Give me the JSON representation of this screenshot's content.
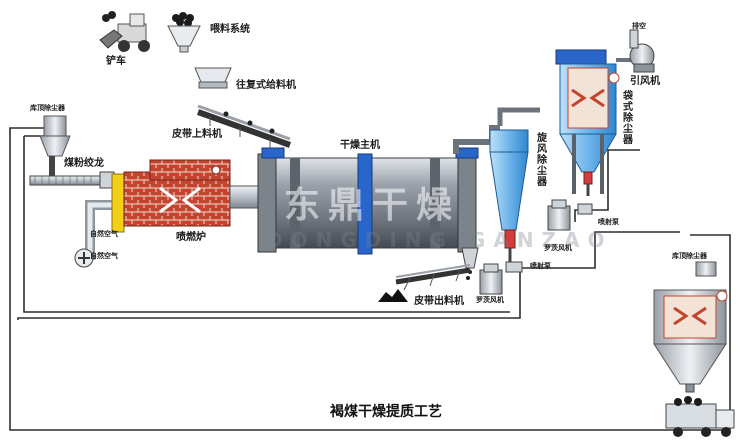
{
  "title": "褐煤干燥提质工艺",
  "watermark": {
    "cn": "东鼎干燥",
    "en": "DONGDING GANZAO"
  },
  "equipment": {
    "loader": "铲车",
    "feed_system": "喂料系统",
    "reciprocating_feeder": "往复式给料机",
    "belt_conveyor_in": "皮带上料机",
    "coal_powder_screw": "煤粉绞龙",
    "burner": "喷燃炉",
    "dryer": "干燥主机",
    "cyclone": "旋风除尘器",
    "bag_filter": "袋式除尘器",
    "exhaust": "排空",
    "induced_fan": "引风机",
    "jet_pump_1": "喷射泵",
    "roots_blower_1": "罗茨风机",
    "jet_pump_2": "喷射泵",
    "roots_blower_2": "罗茨风机",
    "belt_conveyor_out": "皮带出料机",
    "silo_top_filter_left": "库顶除尘器",
    "silo_top_filter_right": "库顶除尘器",
    "natural_air_1": "自然空气",
    "natural_air_2": "自然空气"
  },
  "colors": {
    "pipe": "#2e2e2e",
    "brick": "#c4452f",
    "dryer_metal": "#8a9099",
    "cyclone_blue": "#4fa3e0",
    "blue_band": "#2a66c9",
    "silo_grey": "#b7bcc2"
  }
}
